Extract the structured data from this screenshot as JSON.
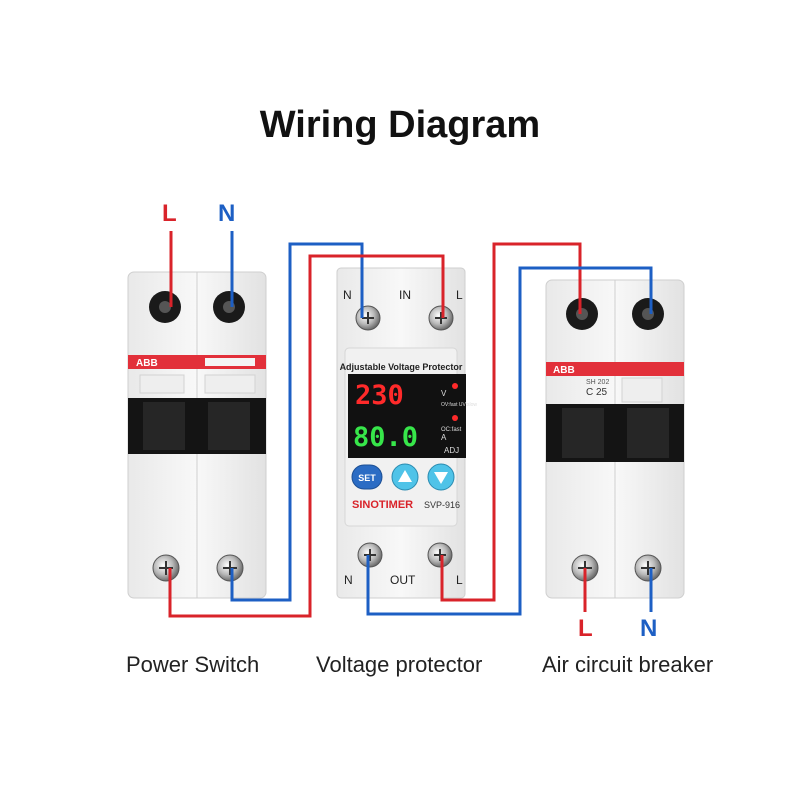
{
  "title": "Wiring Diagram",
  "colors": {
    "live": "#d9232a",
    "neutral": "#1d5fc4",
    "display_red": "#ff2a2a",
    "display_green": "#37e64a",
    "abb_stripe": "#e2303a"
  },
  "power_switch": {
    "caption": "Power Switch",
    "brand": "ABB",
    "input_labels": {
      "live": "L",
      "neutral": "N"
    }
  },
  "voltage_protector": {
    "caption": "Voltage protector",
    "title": "Adjustable Voltage Protector",
    "voltage_reading": "230",
    "current_reading": "80.0",
    "voltage_unit": "V",
    "current_unit": "A",
    "note_ov_uv": "OV:fast UV:slow",
    "note_oc": "OC:fast",
    "adj_label": "ADJ",
    "brand": "SINOTIMER",
    "model": "SVP-916",
    "set_button": "SET",
    "terminals_in": {
      "label": "IN",
      "neutral": "N",
      "live": "L"
    },
    "terminals_out": {
      "label": "OUT",
      "neutral": "N",
      "live": "L"
    }
  },
  "air_breaker": {
    "caption": "Air circuit breaker",
    "brand": "ABB",
    "model": "SH 202",
    "rating": "C 25",
    "output_labels": {
      "live": "L",
      "neutral": "N"
    }
  }
}
